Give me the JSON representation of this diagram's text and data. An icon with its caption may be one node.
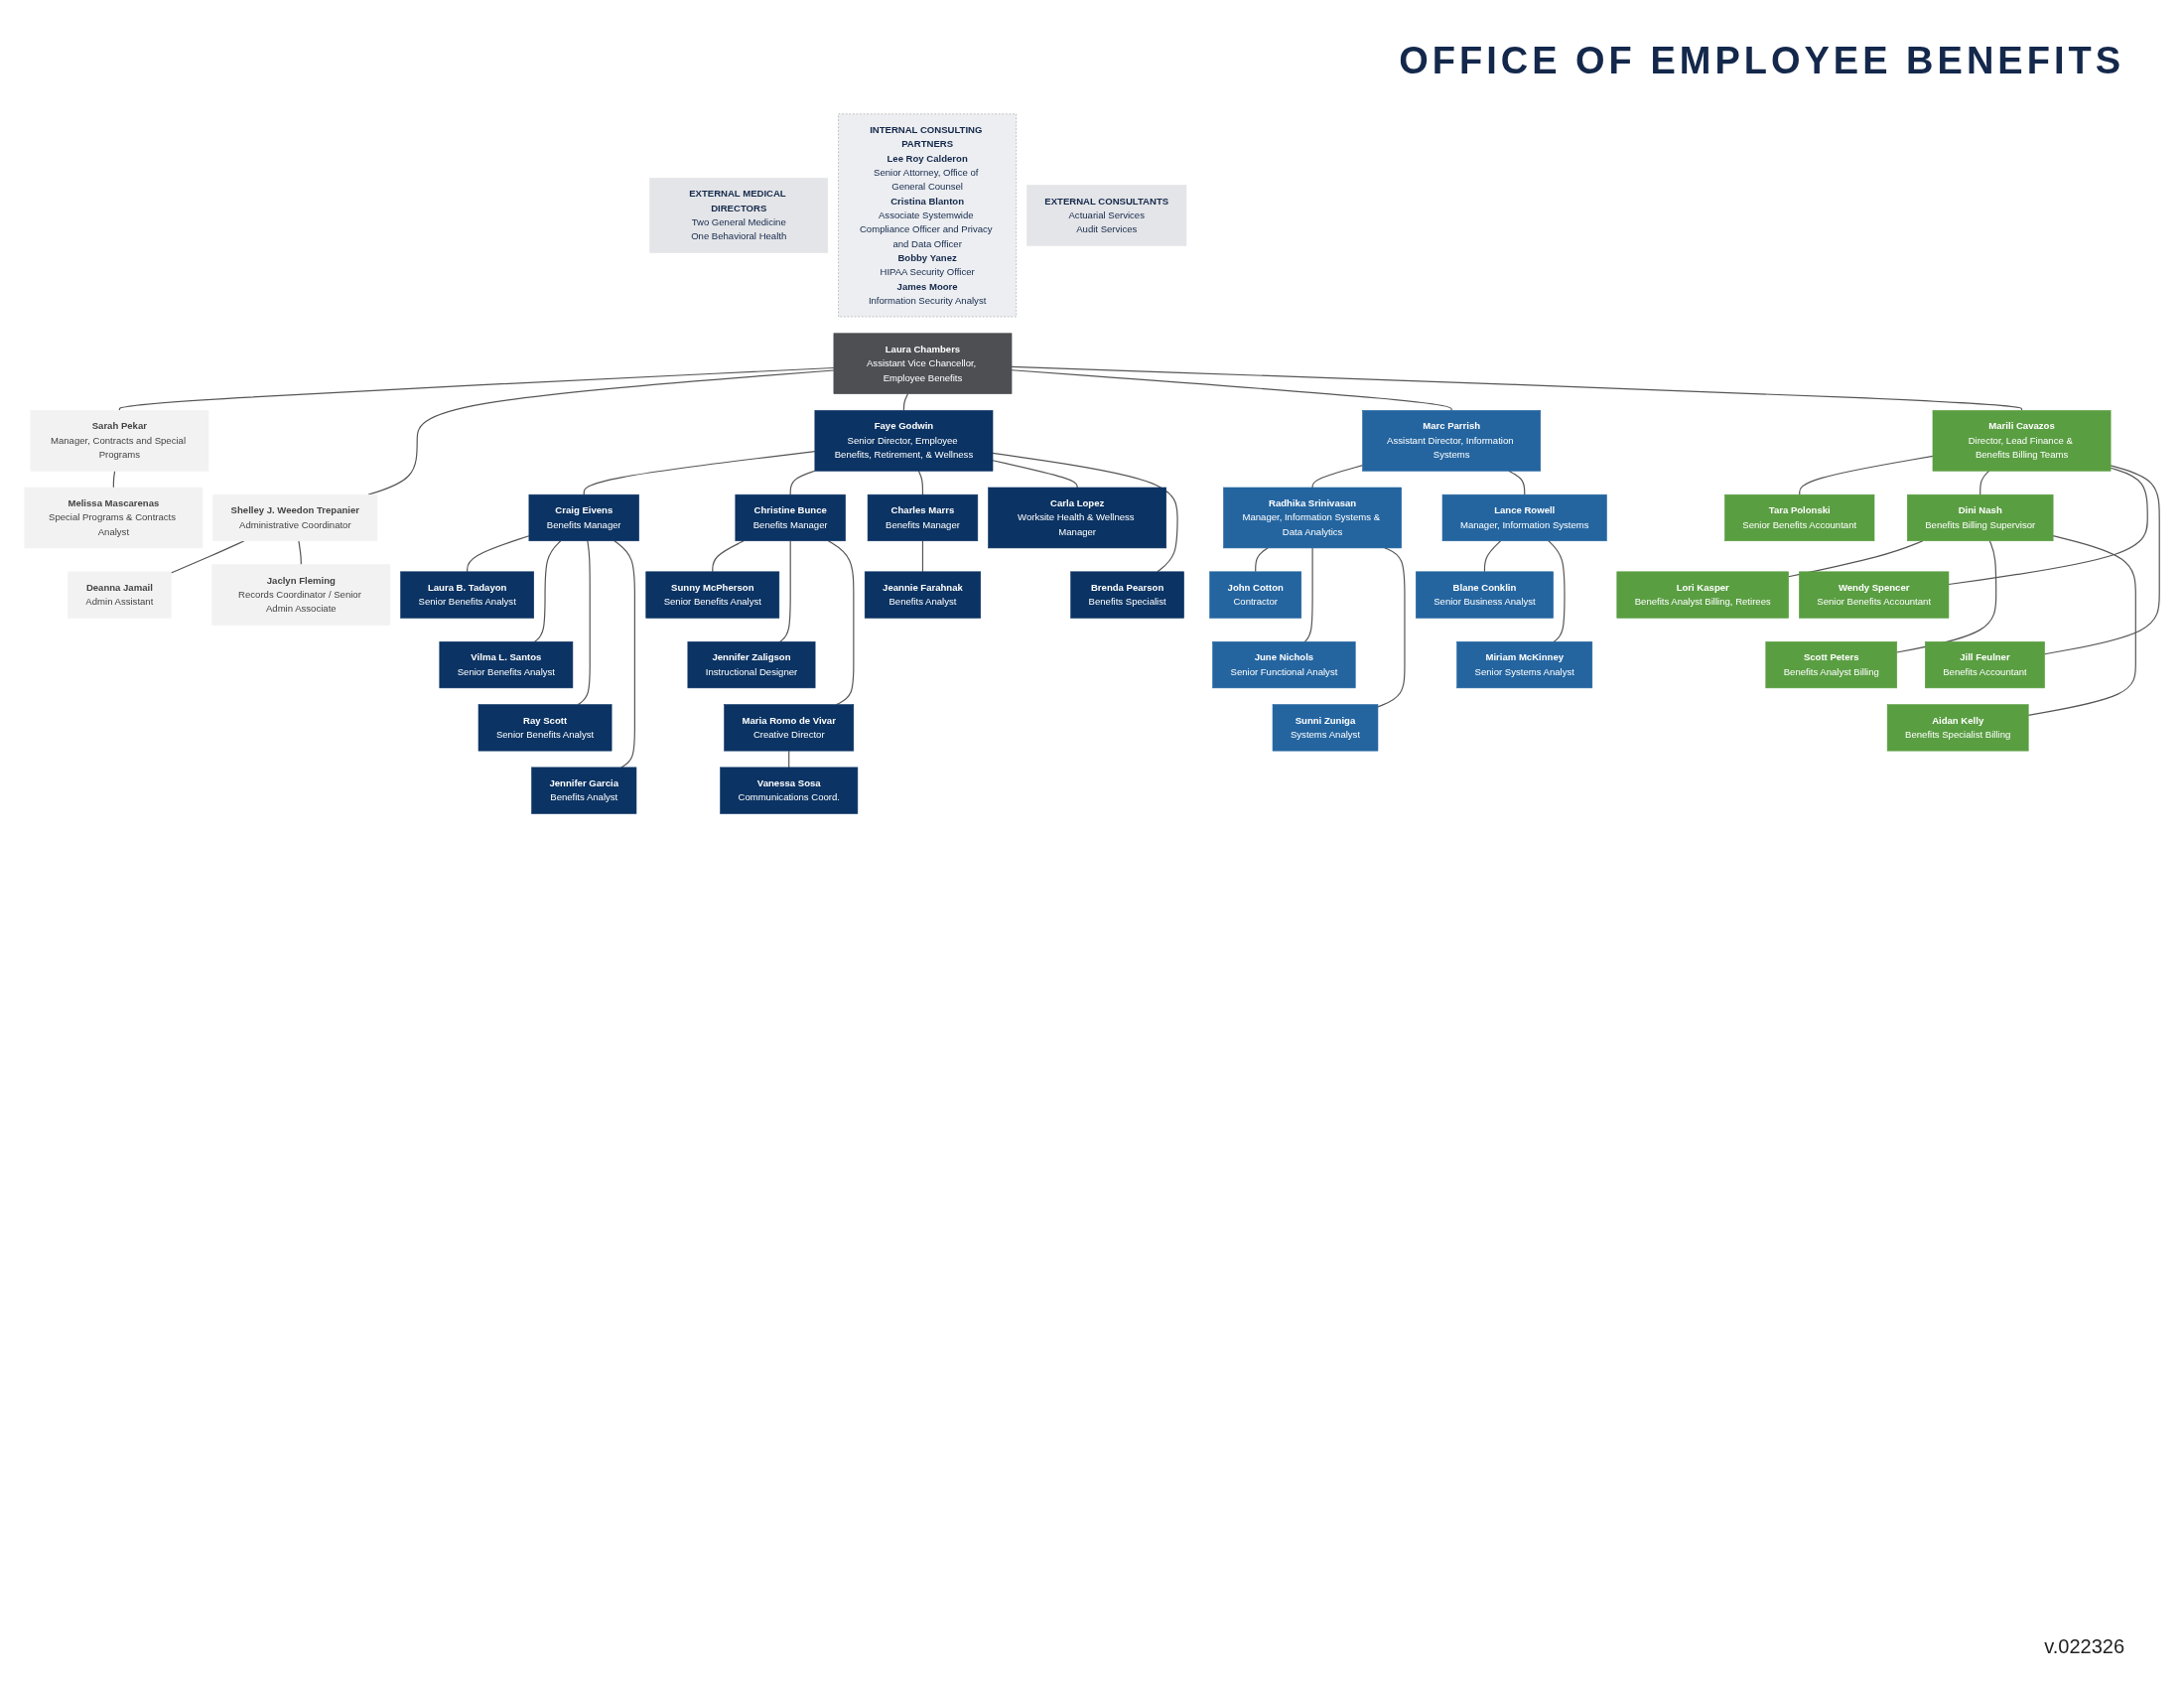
{
  "diagram": {
    "title": "OFFICE OF EMPLOYEE BENEFITS",
    "nodes": [
      {
        "text": [
          "Laura Chambers",
          "Assistant Vice Chancellor, Employee Benefits"
        ]
      },
      {
        "text": [
          "EXTERNAL MEDICAL DIRECTORS",
          "Two General Medicine",
          "One Behavioral Health"
        ]
      },
      {
        "text": [
          "INTERNAL CONSULTING PARTNERS",
          "Lee Roy Calderon",
          "Senior Attorney, Office of General Counsel",
          "Cristina Blanton",
          "Associate Systemwide Compliance Officer and Privacy and Data Officer",
          "Bobby Yanez",
          "HIPAA Security Officer",
          "James Moore",
          "Information Security Analyst"
        ]
      },
      {
        "text": [
          "EXTERNAL CONSULTANTS",
          "Actuarial Services",
          "Audit Services"
        ]
      },
      {
        "text": [
          "Melissa Mascarenas",
          "Special Programs & Contracts Analyst"
        ]
      },
      {
        "text": [
          "Sarah Pekar",
          "Manager, Contracts and Special Programs"
        ]
      },
      {
        "text": [
          "Deanna Jamail",
          "Admin Assistant"
        ]
      },
      {
        "text": [
          "Shelley J. Weedon Trepanier",
          "Administrative Coordinator"
        ]
      },
      {
        "text": [
          "Jaclyn Fleming",
          "Records Coordinator / Senior Admin Associate"
        ]
      },
      {
        "text": [
          "Faye Godwin",
          "Senior Director, Employee Benefits, Retirement, & Wellness"
        ]
      },
      {
        "text": [
          "Marc Parrish",
          "Assistant Director, Information Systems"
        ]
      },
      {
        "text": [
          "Marili Cavazos",
          "Director, Lead Finance & Benefits Billing Teams"
        ]
      },
      {
        "text": [
          "Craig Eivens",
          "Benefits Manager"
        ]
      },
      {
        "text": [
          "Christine Bunce",
          "Benefits Manager"
        ]
      },
      {
        "text": [
          "Laura B. Tadayon",
          "Senior Benefits Analyst"
        ]
      },
      {
        "text": [
          "Vilma L. Santos",
          "Senior Benefits Analyst"
        ]
      },
      {
        "text": [
          "Ray Scott",
          "Senior Benefits Analyst"
        ]
      },
      {
        "text": [
          "Jennifer Garcia",
          "Benefits Analyst"
        ]
      },
      {
        "text": [
          "Sunny McPherson",
          "Senior Benefits Analyst"
        ]
      },
      {
        "text": [
          "Jennifer Zaligson",
          "Instructional Designer"
        ]
      },
      {
        "text": [
          "Maria Romo de Vivar",
          "Creative Director"
        ]
      },
      {
        "text": [
          "Vanessa Sosa",
          "Communications Coord."
        ]
      },
      {
        "text": [
          "Charles Marrs",
          "Benefits Manager"
        ]
      },
      {
        "text": [
          "Carla Lopez",
          "Worksite Health & Wellness Manager"
        ]
      },
      {
        "text": [
          "Jeannie Farahnak",
          "Benefits Analyst"
        ]
      },
      {
        "text": [
          "Brenda Pearson",
          "Benefits Specialist"
        ]
      },
      {
        "text": [
          "Radhika Srinivasan",
          "Manager, Information Systems & Data Analytics"
        ]
      },
      {
        "text": [
          "Lance Rowell",
          "Manager, Information Systems"
        ]
      },
      {
        "text": [
          "John Cotton",
          "Contractor"
        ]
      },
      {
        "text": [
          "June Nichols",
          "Senior Functional Analyst"
        ]
      },
      {
        "text": [
          "Sunni Zuniga",
          "Systems Analyst"
        ]
      },
      {
        "text": [
          "Blane Conklin",
          "Senior Business Analyst"
        ]
      },
      {
        "text": [
          "Miriam McKinney",
          "Senior Systems Analyst"
        ]
      },
      {
        "text": [
          "Tara Polonski",
          "Senior Benefits Accountant"
        ]
      },
      {
        "text": [
          "Dini Nash",
          "Benefits Billing Supervisor"
        ]
      },
      {
        "text": [
          "Wendy Spencer",
          "Senior Benefits Accountant"
        ]
      },
      {
        "text": [
          "Jill Feulner",
          "Benefits Accountant"
        ]
      },
      {
        "text": [
          "Lori Kasper",
          "Benefits Analyst Billing, Retirees"
        ]
      },
      {
        "text": [
          "Scott Peters",
          "Benefits Analyst Billing"
        ]
      },
      {
        "text": [
          "Aidan Kelly",
          "Benefits Specialist Billing"
        ]
      }
    ],
    "edges": [
      {
        "from": 0,
        "to": 5,
        "arrow": "none"
      },
      {
        "from": 0,
        "to": 7,
        "arrow": "none"
      },
      {
        "from": 5,
        "to": 4,
        "arrow": "none"
      },
      {
        "from": 7,
        "to": 6,
        "arrow": "none"
      },
      {
        "from": 7,
        "to": 8,
        "arrow": "none"
      },
      {
        "from": 0,
        "to": 9,
        "arrow": "none"
      },
      {
        "from": 0,
        "to": 10,
        "arrow": "none"
      },
      {
        "from": 0,
        "to": 11,
        "arrow": "none"
      },
      {
        "from": 9,
        "to": 12,
        "arrow": "none"
      },
      {
        "from": 9,
        "to": 13,
        "arrow": "none"
      },
      {
        "from": 12,
        "to": 14,
        "arrow": "none"
      },
      {
        "from": 12,
        "to": 15,
        "arrow": "none"
      },
      {
        "from": 12,
        "to": 16,
        "arrow": "none"
      },
      {
        "from": 12,
        "to": 17,
        "arrow": "none"
      },
      {
        "from": 13,
        "to": 18,
        "arrow": "none"
      },
      {
        "from": 13,
        "to": 19,
        "arrow": "none"
      },
      {
        "from": 13,
        "to": 20,
        "arrow": "none"
      },
      {
        "from": 20,
        "to": 21,
        "arrow": "none"
      },
      {
        "from": 9,
        "to": 22,
        "arrow": "none"
      },
      {
        "from": 9,
        "to": 23,
        "arrow": "none"
      },
      {
        "from": 22,
        "to": 24,
        "arrow": "none"
      },
      {
        "from": 9,
        "to": 25,
        "arrow": "none"
      },
      {
        "from": 10,
        "to": 26,
        "arrow": "none"
      },
      {
        "from": 10,
        "to": 27,
        "arrow": "none"
      },
      {
        "from": 26,
        "to": 28,
        "arrow": "none"
      },
      {
        "from": 26,
        "to": 29,
        "arrow": "none"
      },
      {
        "from": 26,
        "to": 30,
        "arrow": "none"
      },
      {
        "from": 27,
        "to": 31,
        "arrow": "none"
      },
      {
        "from": 27,
        "to": 32,
        "arrow": "none"
      },
      {
        "from": 11,
        "to": 33,
        "arrow": "none"
      },
      {
        "from": 11,
        "to": 34,
        "arrow": "none"
      },
      {
        "from": 11,
        "to": 35,
        "arrow": "none"
      },
      {
        "from": 11,
        "to": 36,
        "arrow": "none"
      },
      {
        "from": 34,
        "to": 37,
        "arrow": "none"
      },
      {
        "from": 34,
        "to": 38,
        "arrow": "none"
      },
      {
        "from": 34,
        "to": 39,
        "arrow": "none"
      }
    ],
    "labels": [
      "v.022326"
    ]
  }
}
